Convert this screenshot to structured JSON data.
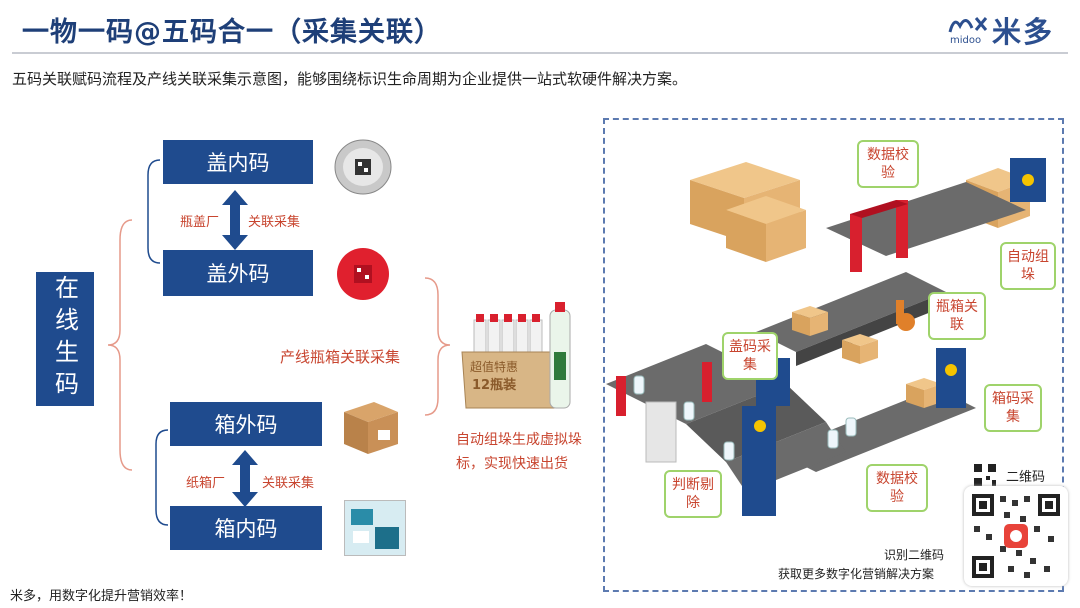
{
  "header": {
    "title": "一物一码@五码合一（采集关联）",
    "logo_text": "米多",
    "logo_sub": "midoo"
  },
  "subtitle": "五码关联赋码流程及产线关联采集示意图，能够围绕标识生命周期为企业提供一站式软硬件解决方案。",
  "left": {
    "online_code": "在线生码",
    "cap_inner": "盖内码",
    "cap_outer": "盖外码",
    "box_outer": "箱外码",
    "box_inner": "箱内码",
    "cap_factory": "瓶盖厂",
    "cap_link": "关联采集",
    "paper_factory": "纸箱厂",
    "box_link": "关联采集",
    "line_link": "产线瓶箱关联采集",
    "auto_group": "自动组垛生成虚拟垛标，实现快速出货",
    "crate_text_1": "超值特惠",
    "crate_text_2": "12瓶装"
  },
  "panel": {
    "callouts": {
      "data_check_top": "数据校验",
      "auto_group": "自动组垛",
      "bottle_box_link": "瓶箱关联",
      "cap_collect": "盖码采集",
      "box_collect": "箱码采集",
      "judge_reject": "判断剔除",
      "data_check_bottom": "数据校验"
    },
    "qr_caption": "识别二维码",
    "qr_caption_2": "获取更多数字化营销解决方案",
    "qr_label": "二维码"
  },
  "footer": "米多，用数字化提升营销效率！",
  "colors": {
    "navy": "#1f4b8e",
    "accent": "#c8452f",
    "callout_border": "#9fd36b"
  }
}
